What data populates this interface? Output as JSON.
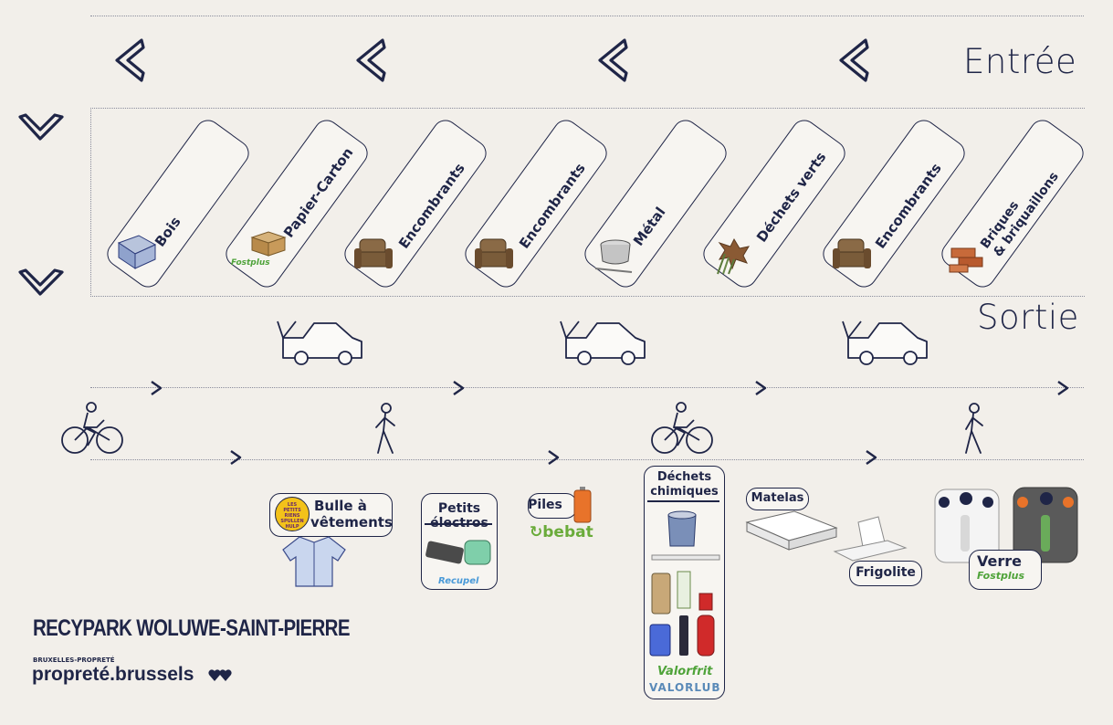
{
  "headings": {
    "entry": "Entrée",
    "exit": "Sortie"
  },
  "containers": [
    {
      "label": "Bois",
      "icon": "wood-crate-icon"
    },
    {
      "label": "Papier-Carton",
      "icon": "cardboard-box-icon",
      "logo": "Fostplus"
    },
    {
      "label": "Encombrants",
      "icon": "armchair-icon"
    },
    {
      "label": "Encombrants",
      "icon": "armchair-icon"
    },
    {
      "label": "Métal",
      "icon": "pot-icon"
    },
    {
      "label": "Déchets verts",
      "icon": "leaves-icon"
    },
    {
      "label": "Encombrants",
      "icon": "armchair-icon"
    },
    {
      "label": "Briques\n& briquaillons",
      "line1": "Briques",
      "line2": "& briquaillons",
      "icon": "bricks-icon"
    }
  ],
  "stations": {
    "clothes": {
      "line1": "Bulle à",
      "line2": "vêtements",
      "badge_line1": "LES",
      "badge_line2": "PETITS",
      "badge_line3": "RIENS",
      "badge_line4": "SPULLEN",
      "badge_line5": "HULP"
    },
    "electro": {
      "line1": "Petits",
      "line2": "électros",
      "logo": "Recupel"
    },
    "batteries": {
      "label": "Piles",
      "logo": "bebat"
    },
    "chemicals": {
      "line1": "Déchets",
      "line2": "chimiques",
      "logo1": "Valorfrit",
      "logo2": "VALORLUB"
    },
    "mattress": {
      "label": "Matelas"
    },
    "styrofoam": {
      "label": "Frigolite"
    },
    "glass": {
      "label": "Verre",
      "logo": "Fostplus"
    }
  },
  "footer": {
    "site_name": "RECYPARK WOLUWE-SAINT-PIERRE",
    "org_small": "BRUXELLES-PROPRETÉ",
    "org_brand": "propreté.brussels"
  },
  "colors": {
    "ink": "#1f2547",
    "background": "#f2efea",
    "green": "#4fa33a",
    "orange": "#e8732a"
  }
}
